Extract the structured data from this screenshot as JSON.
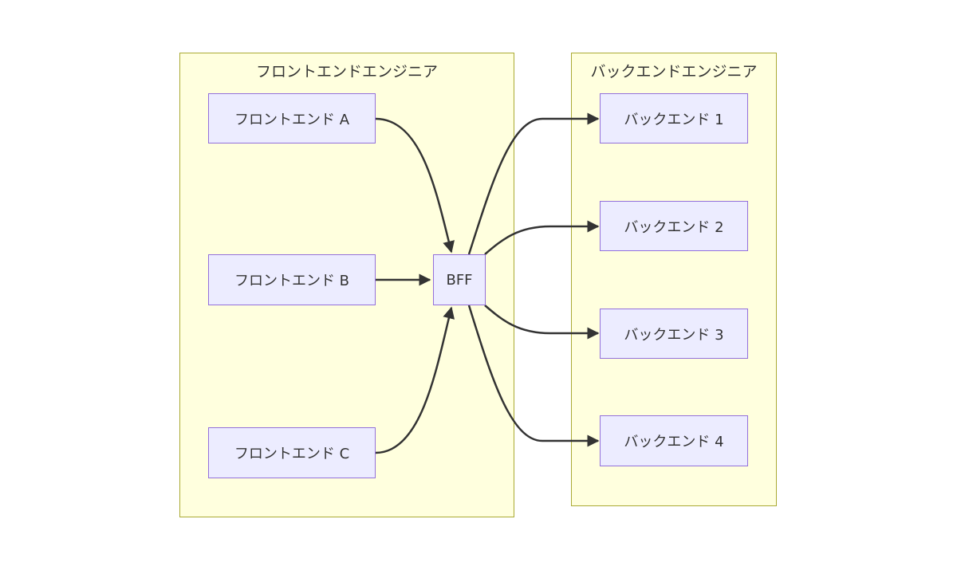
{
  "clusters": {
    "frontend": {
      "title": "フロントエンドエンジニア"
    },
    "backend": {
      "title": "バックエンドエンジニア"
    }
  },
  "nodes": {
    "frontend_a": "フロントエンド A",
    "frontend_b": "フロントエンド B",
    "frontend_c": "フロントエンド C",
    "bff": "BFF",
    "backend_1": "バックエンド 1",
    "backend_2": "バックエンド 2",
    "backend_3": "バックエンド 3",
    "backend_4": "バックエンド 4"
  },
  "edges": [
    {
      "from": "フロントエンド A",
      "to": "BFF"
    },
    {
      "from": "フロントエンド B",
      "to": "BFF"
    },
    {
      "from": "フロントエンド C",
      "to": "BFF"
    },
    {
      "from": "BFF",
      "to": "バックエンド 1"
    },
    {
      "from": "BFF",
      "to": "バックエンド 2"
    },
    {
      "from": "BFF",
      "to": "バックエンド 3"
    },
    {
      "from": "BFF",
      "to": "バックエンド 4"
    }
  ],
  "colors": {
    "cluster_fill": "#ffffde",
    "cluster_border": "#aaaa33",
    "node_fill": "#ececff",
    "node_border": "#9370db",
    "edge": "#333333",
    "text": "#333333"
  }
}
